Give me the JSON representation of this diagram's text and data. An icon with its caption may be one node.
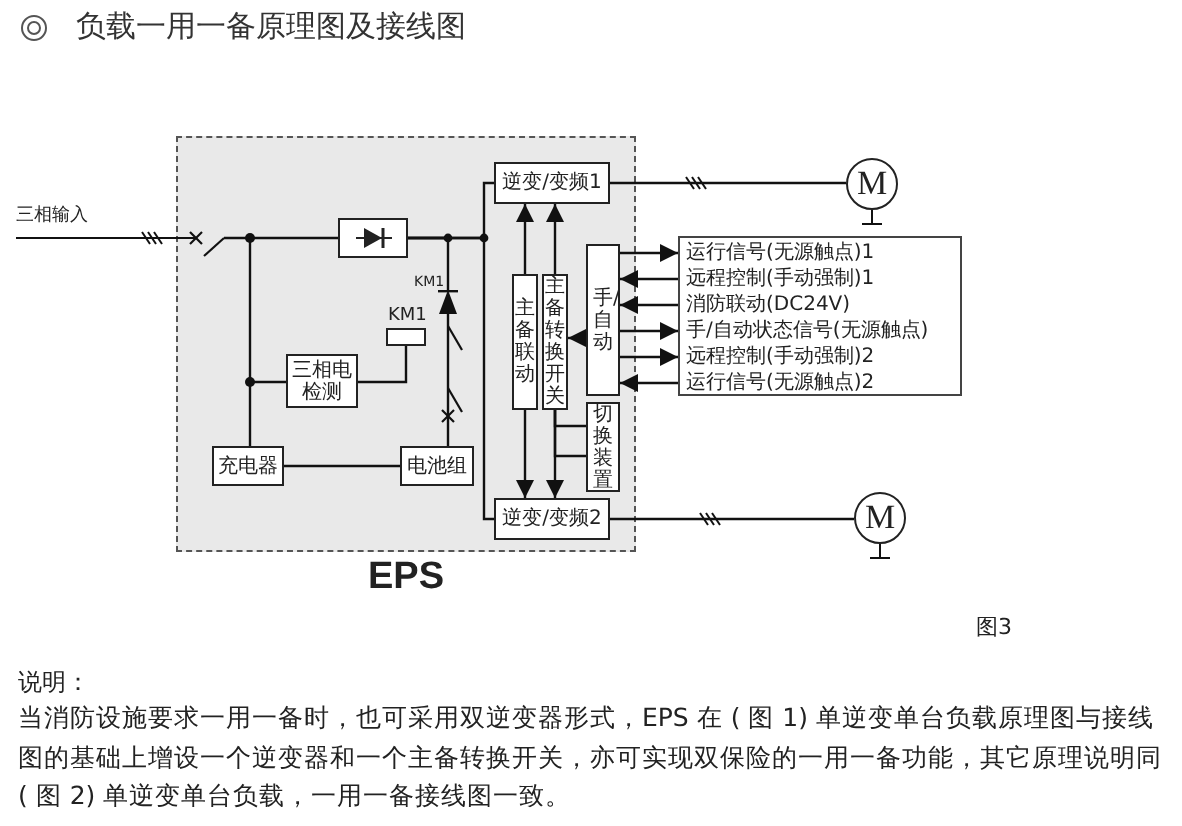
{
  "diagram": {
    "title": "负载一用一备原理图及接线图",
    "nodes": [
      {
        "text": [
          "EPS"
        ]
      },
      {
        "text": [],
        "shape": "box",
        "in": 0
      },
      {
        "text": [
          "逆变/变频1"
        ],
        "in": 0
      },
      {
        "text": [
          "KM1"
        ],
        "in": 0
      },
      {
        "text": [
          "三相电检测"
        ],
        "in": 0
      },
      {
        "text": [
          "主备联动"
        ],
        "in": 0
      },
      {
        "text": [
          "主备转换开关"
        ],
        "in": 0
      },
      {
        "text": [
          "手/自动"
        ],
        "in": 0
      },
      {
        "text": [
          "切换装置"
        ],
        "in": 0
      },
      {
        "text": [
          "充电器"
        ],
        "in": 0
      },
      {
        "text": [
          "电池组"
        ],
        "in": 0
      },
      {
        "text": [
          "逆变/变频2"
        ],
        "in": 0
      },
      {
        "text": [
          "M"
        ]
      },
      {
        "text": [
          "运行信号(无源触点)1",
          "远程控制(手动强制)1",
          "消防联动(DC24V)",
          "手/自动状态信号(无源触点)",
          "远程控制(手动强制)2",
          "运行信号(无源触点)2"
        ]
      },
      {
        "text": [
          "M"
        ]
      },
      {
        "text": [],
        "shape": "diode",
        "in": 0
      }
    ],
    "edges": [
      {
        "from": 2,
        "to": 12,
        "arrow": "none"
      },
      {
        "from": 11,
        "to": 14,
        "arrow": "none"
      },
      {
        "from": 5,
        "to": 2,
        "arrow": "to"
      },
      {
        "from": 5,
        "to": 11,
        "arrow": "to"
      },
      {
        "from": 6,
        "to": 2,
        "arrow": "to"
      },
      {
        "from": 6,
        "to": 11,
        "arrow": "to"
      },
      {
        "from": 7,
        "to": 6,
        "arrow": "to"
      },
      {
        "from": 7,
        "to": 13,
        "arrow": "to"
      },
      {
        "from": 13,
        "to": 7,
        "arrow": "to"
      },
      {
        "from": 13,
        "to": 7,
        "arrow": "to"
      },
      {
        "from": 7,
        "to": 13,
        "arrow": "to"
      },
      {
        "from": 7,
        "to": 13,
        "arrow": "to"
      },
      {
        "from": 13,
        "to": 7,
        "arrow": "to"
      },
      {
        "from": 9,
        "to": 10,
        "arrow": "none"
      },
      {
        "from": 4,
        "to": 3,
        "arrow": "none"
      },
      {
        "from": 8,
        "to": 6,
        "arrow": "none"
      },
      {
        "from": 8,
        "to": 6,
        "arrow": "none"
      },
      {
        "from": 1,
        "to": 2,
        "arrow": "none"
      },
      {
        "from": 1,
        "to": 11,
        "arrow": "none"
      },
      {
        "from": null,
        "to": 1,
        "arrow": "none"
      },
      {
        "from": null,
        "to": 9,
        "arrow": "other"
      },
      {
        "from": null,
        "to": 4,
        "arrow": "other"
      },
      {
        "from": 1,
        "to": 15,
        "arrow": "none"
      },
      {
        "from": 15,
        "to": 10,
        "arrow": "none"
      }
    ],
    "labels": [
      "三相输入",
      "KM1",
      "说明：",
      "当消防设施要求一用一备时，也可采用双逆变器形式，EPS 在 ( 图 1) 单逆变单台负载原理图与接线图的基础上增设一个逆变器和一个主备转换开关，亦可实现双保险的一用一备功能，其它原理说明同 ( 图 2) 单逆变单台负载，一用一备接线图一致。"
    ],
    "caption": "图3"
  }
}
